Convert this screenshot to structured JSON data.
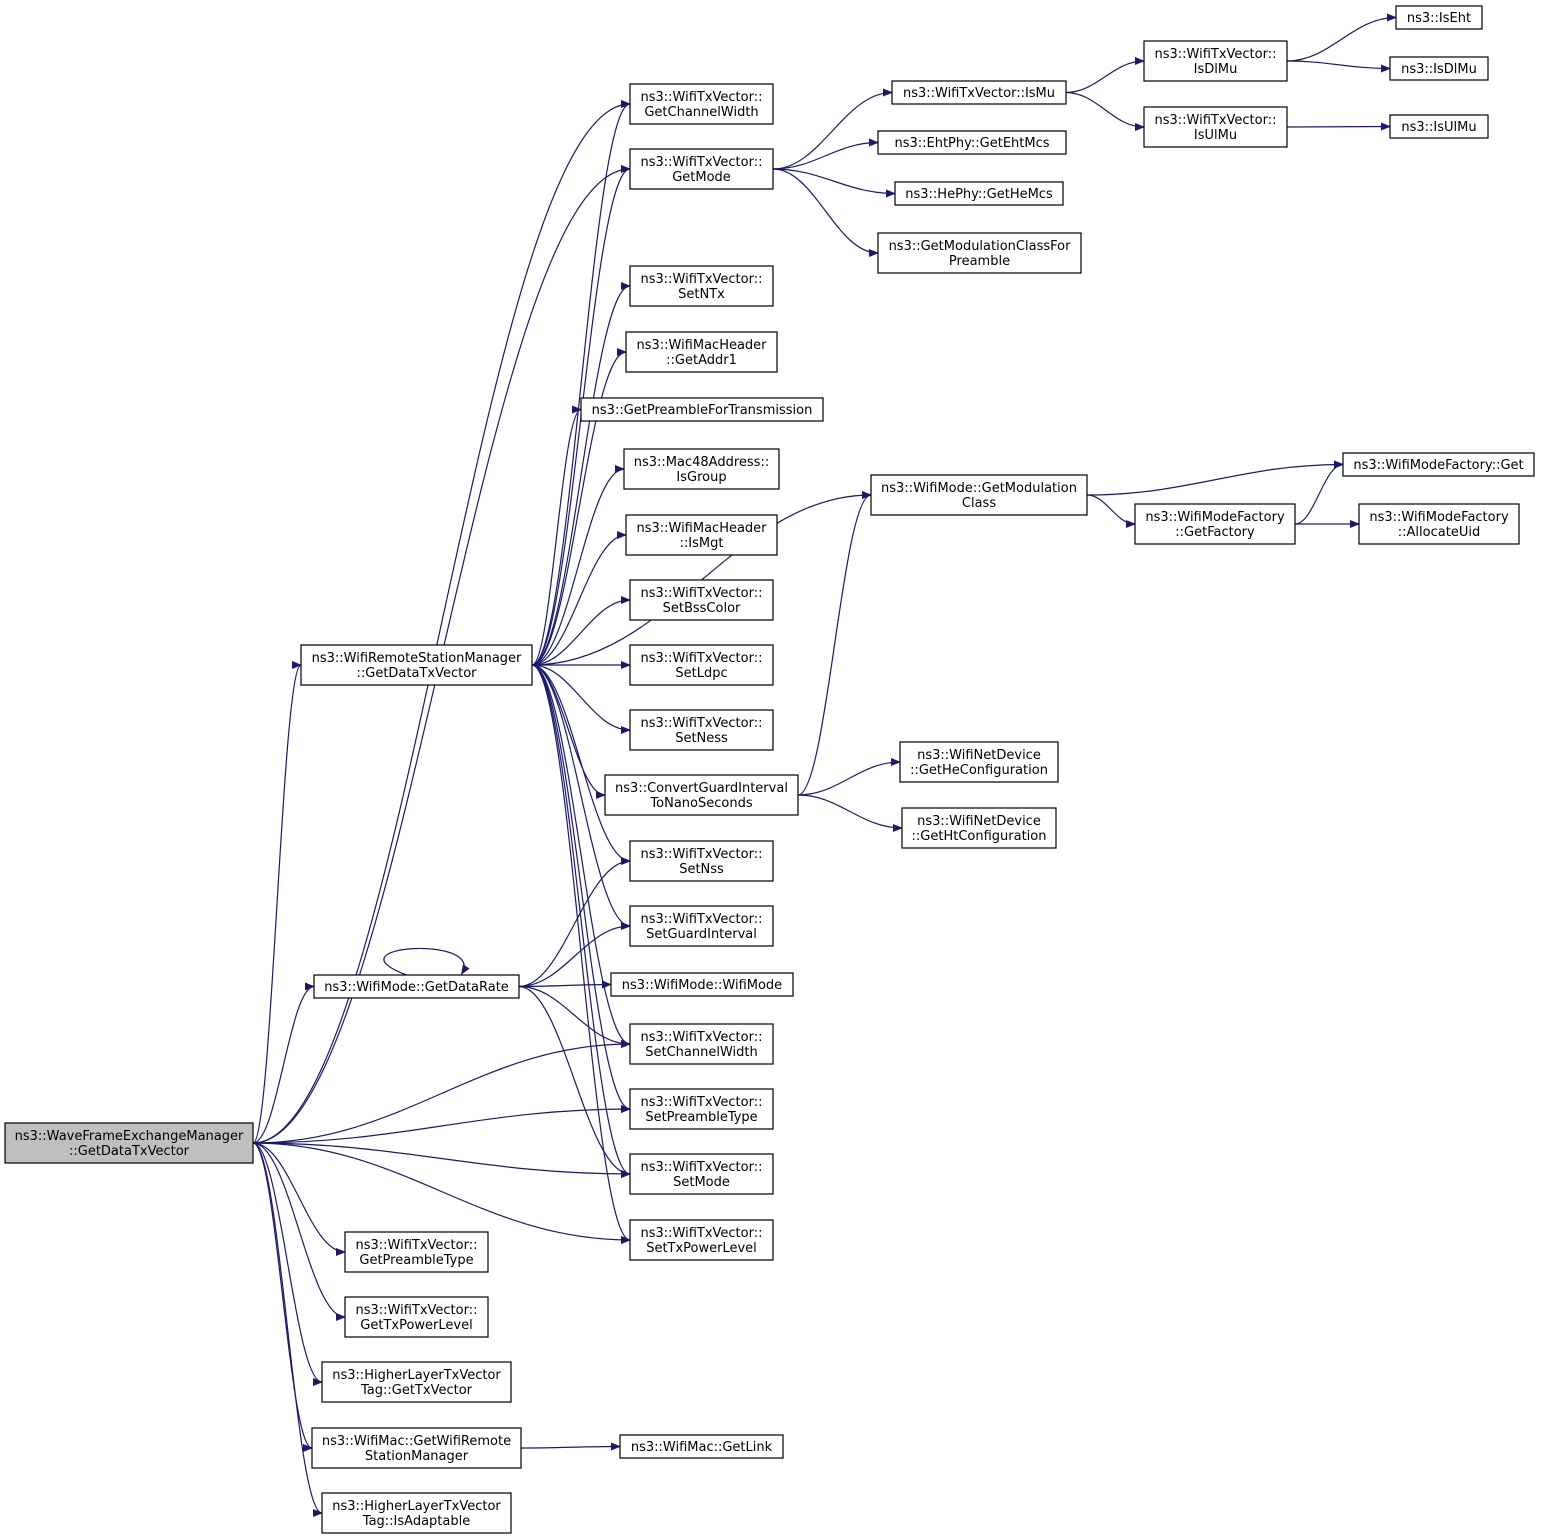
{
  "nodes": [
    {
      "id": "root",
      "lines": [
        "ns3::WaveFrameExchangeManager",
        "::GetDataTxVector"
      ],
      "highlight": true
    },
    {
      "id": "rsm_getdatatxvector",
      "lines": [
        "ns3::WifiRemoteStationManager",
        "::GetDataTxVector"
      ]
    },
    {
      "id": "mode_getdatarate",
      "lines": [
        "ns3::WifiMode::GetDataRate"
      ]
    },
    {
      "id": "txv_getpreambletype",
      "lines": [
        "ns3::WifiTxVector::",
        "GetPreambleType"
      ]
    },
    {
      "id": "txv_gettxpowerlevel",
      "lines": [
        "ns3::WifiTxVector::",
        "GetTxPowerLevel"
      ]
    },
    {
      "id": "hl_gettxvector",
      "lines": [
        "ns3::HigherLayerTxVector",
        "Tag::GetTxVector"
      ]
    },
    {
      "id": "mac_getwifiremote",
      "lines": [
        "ns3::WifiMac::GetWifiRemote",
        "StationManager"
      ]
    },
    {
      "id": "hl_isadaptable",
      "lines": [
        "ns3::HigherLayerTxVector",
        "Tag::IsAdaptable"
      ]
    },
    {
      "id": "txv_getchannelwidth",
      "lines": [
        "ns3::WifiTxVector::",
        "GetChannelWidth"
      ]
    },
    {
      "id": "txv_getmode",
      "lines": [
        "ns3::WifiTxVector::",
        "GetMode"
      ]
    },
    {
      "id": "txv_setntx",
      "lines": [
        "ns3::WifiTxVector::",
        "SetNTx"
      ]
    },
    {
      "id": "hdr_getaddr1",
      "lines": [
        "ns3::WifiMacHeader",
        "::GetAddr1"
      ]
    },
    {
      "id": "getpreamblefortx",
      "lines": [
        "ns3::GetPreambleForTransmission"
      ]
    },
    {
      "id": "mac48_isgroup",
      "lines": [
        "ns3::Mac48Address::",
        "IsGroup"
      ]
    },
    {
      "id": "hdr_ismgt",
      "lines": [
        "ns3::WifiMacHeader",
        "::IsMgt"
      ]
    },
    {
      "id": "txv_setbsscolor",
      "lines": [
        "ns3::WifiTxVector::",
        "SetBssColor"
      ]
    },
    {
      "id": "txv_setldpc",
      "lines": [
        "ns3::WifiTxVector::",
        "SetLdpc"
      ]
    },
    {
      "id": "txv_setness",
      "lines": [
        "ns3::WifiTxVector::",
        "SetNess"
      ]
    },
    {
      "id": "convertgi",
      "lines": [
        "ns3::ConvertGuardInterval",
        "ToNanoSeconds"
      ]
    },
    {
      "id": "txv_setnss",
      "lines": [
        "ns3::WifiTxVector::",
        "SetNss"
      ]
    },
    {
      "id": "txv_setguardinterval",
      "lines": [
        "ns3::WifiTxVector::",
        "SetGuardInterval"
      ]
    },
    {
      "id": "mode_wifimode",
      "lines": [
        "ns3::WifiMode::WifiMode"
      ]
    },
    {
      "id": "txv_setchannelwidth",
      "lines": [
        "ns3::WifiTxVector::",
        "SetChannelWidth"
      ]
    },
    {
      "id": "txv_setpreambletype",
      "lines": [
        "ns3::WifiTxVector::",
        "SetPreambleType"
      ]
    },
    {
      "id": "txv_setmode",
      "lines": [
        "ns3::WifiTxVector::",
        "SetMode"
      ]
    },
    {
      "id": "txv_settxpowerlevel",
      "lines": [
        "ns3::WifiTxVector::",
        "SetTxPowerLevel"
      ]
    },
    {
      "id": "mac_getlink",
      "lines": [
        "ns3::WifiMac::GetLink"
      ]
    },
    {
      "id": "txv_ismu",
      "lines": [
        "ns3::WifiTxVector::IsMu"
      ]
    },
    {
      "id": "eht_getehtmcs",
      "lines": [
        "ns3::EhtPhy::GetEhtMcs"
      ]
    },
    {
      "id": "he_gethemcs",
      "lines": [
        "ns3::HePhy::GetHeMcs"
      ]
    },
    {
      "id": "getmodclassforpreamble",
      "lines": [
        "ns3::GetModulationClassFor",
        "Preamble"
      ]
    },
    {
      "id": "mode_getmodulationclass",
      "lines": [
        "ns3::WifiMode::GetModulation",
        "Class"
      ]
    },
    {
      "id": "netdev_gethe",
      "lines": [
        "ns3::WifiNetDevice",
        "::GetHeConfiguration"
      ]
    },
    {
      "id": "netdev_getht",
      "lines": [
        "ns3::WifiNetDevice",
        "::GetHtConfiguration"
      ]
    },
    {
      "id": "txv_isdlmu",
      "lines": [
        "ns3::WifiTxVector::",
        "IsDlMu"
      ]
    },
    {
      "id": "txv_isulmu",
      "lines": [
        "ns3::WifiTxVector::",
        "IsUlMu"
      ]
    },
    {
      "id": "iseht",
      "lines": [
        "ns3::IsEht"
      ]
    },
    {
      "id": "isdlmu",
      "lines": [
        "ns3::IsDlMu"
      ]
    },
    {
      "id": "isulmu",
      "lines": [
        "ns3::IsUlMu"
      ]
    },
    {
      "id": "factory_get",
      "lines": [
        "ns3::WifiModeFactory::Get"
      ]
    },
    {
      "id": "factory_getfactory",
      "lines": [
        "ns3::WifiModeFactory",
        "::GetFactory"
      ]
    },
    {
      "id": "factory_allocateuid",
      "lines": [
        "ns3::WifiModeFactory",
        "::AllocateUid"
      ]
    }
  ],
  "edges": [
    [
      "root",
      "txv_getchannelwidth"
    ],
    [
      "root",
      "rsm_getdatatxvector"
    ],
    [
      "root",
      "mode_getdatarate"
    ],
    [
      "root",
      "txv_setchannelwidth"
    ],
    [
      "root",
      "txv_setpreambletype"
    ],
    [
      "root",
      "txv_setmode"
    ],
    [
      "root",
      "txv_settxpowerlevel"
    ],
    [
      "root",
      "txv_getpreambletype"
    ],
    [
      "root",
      "txv_gettxpowerlevel"
    ],
    [
      "root",
      "hl_gettxvector"
    ],
    [
      "root",
      "mac_getwifiremote"
    ],
    [
      "root",
      "hl_isadaptable"
    ],
    [
      "root",
      "txv_getmode"
    ],
    [
      "rsm_getdatatxvector",
      "txv_getchannelwidth"
    ],
    [
      "rsm_getdatatxvector",
      "txv_getmode"
    ],
    [
      "rsm_getdatatxvector",
      "mode_getmodulationclass"
    ],
    [
      "rsm_getdatatxvector",
      "txv_setntx"
    ],
    [
      "rsm_getdatatxvector",
      "hdr_getaddr1"
    ],
    [
      "rsm_getdatatxvector",
      "getpreamblefortx"
    ],
    [
      "rsm_getdatatxvector",
      "mac48_isgroup"
    ],
    [
      "rsm_getdatatxvector",
      "hdr_ismgt"
    ],
    [
      "rsm_getdatatxvector",
      "txv_setbsscolor"
    ],
    [
      "rsm_getdatatxvector",
      "txv_setldpc"
    ],
    [
      "rsm_getdatatxvector",
      "txv_setness"
    ],
    [
      "rsm_getdatatxvector",
      "convertgi"
    ],
    [
      "rsm_getdatatxvector",
      "txv_setnss"
    ],
    [
      "rsm_getdatatxvector",
      "txv_setguardinterval"
    ],
    [
      "rsm_getdatatxvector",
      "txv_setchannelwidth"
    ],
    [
      "rsm_getdatatxvector",
      "txv_setpreambletype"
    ],
    [
      "rsm_getdatatxvector",
      "txv_setmode"
    ],
    [
      "rsm_getdatatxvector",
      "txv_settxpowerlevel"
    ],
    [
      "mode_getdatarate",
      "mode_getdatarate"
    ],
    [
      "mode_getdatarate",
      "txv_setnss"
    ],
    [
      "mode_getdatarate",
      "txv_setguardinterval"
    ],
    [
      "mode_getdatarate",
      "mode_wifimode"
    ],
    [
      "mode_getdatarate",
      "txv_setchannelwidth"
    ],
    [
      "mode_getdatarate",
      "txv_setmode"
    ],
    [
      "mac_getwifiremote",
      "mac_getlink"
    ],
    [
      "txv_getmode",
      "txv_ismu"
    ],
    [
      "txv_getmode",
      "eht_getehtmcs"
    ],
    [
      "txv_getmode",
      "he_gethemcs"
    ],
    [
      "txv_getmode",
      "getmodclassforpreamble"
    ],
    [
      "txv_ismu",
      "txv_isdlmu"
    ],
    [
      "txv_ismu",
      "txv_isulmu"
    ],
    [
      "txv_isdlmu",
      "iseht"
    ],
    [
      "txv_isdlmu",
      "isdlmu"
    ],
    [
      "txv_isulmu",
      "isulmu"
    ],
    [
      "convertgi",
      "mode_getmodulationclass"
    ],
    [
      "convertgi",
      "netdev_gethe"
    ],
    [
      "convertgi",
      "netdev_getht"
    ],
    [
      "mode_getmodulationclass",
      "factory_get"
    ],
    [
      "mode_getmodulationclass",
      "factory_getfactory"
    ],
    [
      "factory_getfactory",
      "factory_get"
    ],
    [
      "factory_getfactory",
      "factory_allocateuid"
    ]
  ],
  "colors": {
    "edge": "#191970",
    "node_border": "#000000",
    "root_fill": "#bfbfbf",
    "node_fill": "#ffffff"
  }
}
